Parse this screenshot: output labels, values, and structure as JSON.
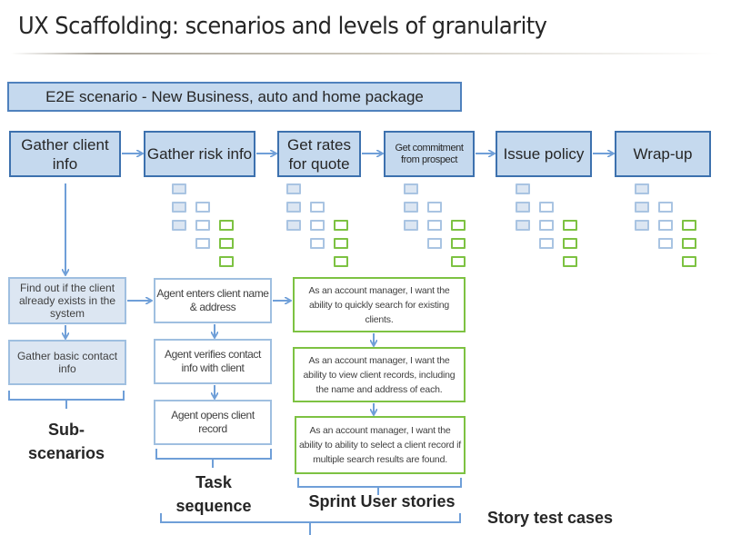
{
  "title": "UX Scaffolding: scenarios and levels of granularity",
  "e2e_scenario": "E2E scenario - New Business, auto and home package",
  "phases": [
    {
      "label": "Gather client info"
    },
    {
      "label": "Gather risk info"
    },
    {
      "label": "Get rates for quote"
    },
    {
      "label": "Get commitment from prospect"
    },
    {
      "label": "Issue policy"
    },
    {
      "label": "Wrap-up"
    }
  ],
  "sub_scenarios": [
    "Find out if the client already exists in the system",
    "Gather basic contact info"
  ],
  "task_sequence": [
    "Agent enters client name & address",
    "Agent verifies contact info with client",
    "Agent opens client record"
  ],
  "user_stories": [
    "As an account manager, I want the ability to quickly search for existing clients.",
    "As an account manager, I want the ability to view client records, including the name and address of each.",
    "As an account manager, I want the ability to ability to select a client record if multiple search results are found."
  ],
  "labels": {
    "sub_scenarios": "Sub-scenarios",
    "task_sequence": "Task sequence",
    "sprint_user_stories": "Sprint User stories",
    "story_test_cases": "Story test cases"
  },
  "colors": {
    "phase_fill": "#c5d9ee",
    "phase_border": "#3d71ae",
    "connector": "#6f9fd8",
    "story_border": "#7dc242",
    "sub_fill": "#dce6f2"
  }
}
